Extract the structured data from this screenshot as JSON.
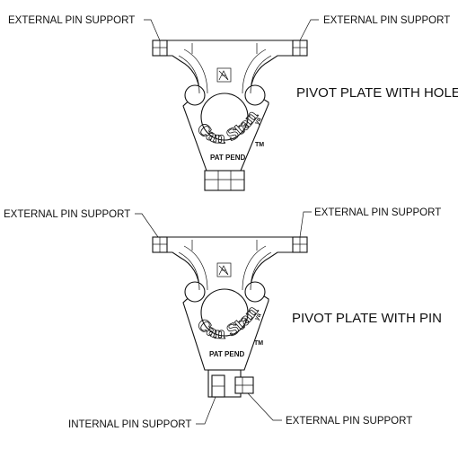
{
  "diagram": {
    "top": {
      "title": "PIVOT PLATE WITH HOLE",
      "left_callout": "EXTERNAL PIN SUPPORT",
      "right_callout": "EXTERNAL PIN SUPPORT",
      "brand_text": "Can Stand",
      "brand_suffix": "ya",
      "trademark": "TM",
      "patent_text": "PAT PEND"
    },
    "bottom": {
      "title": "PIVOT PLATE WITH PIN",
      "left_callout": "EXTERNAL PIN SUPPORT",
      "right_callout": "EXTERNAL PIN SUPPORT",
      "bottom_left_callout": "INTERNAL PIN SUPPORT",
      "bottom_right_callout": "EXTERNAL PIN SUPPORT",
      "brand_text": "Can Stand",
      "brand_suffix": "ya",
      "trademark": "TM",
      "patent_text": "PAT PEND"
    }
  }
}
